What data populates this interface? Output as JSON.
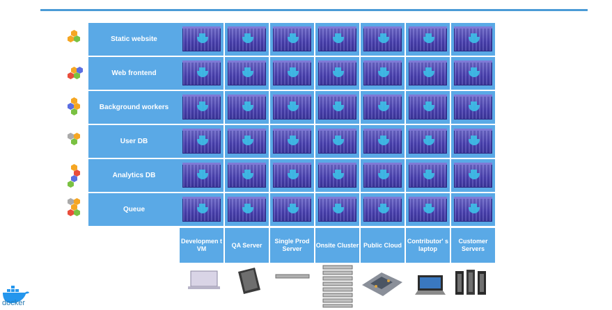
{
  "rows": [
    {
      "label": "Static website"
    },
    {
      "label": "Web frontend"
    },
    {
      "label": "Background workers"
    },
    {
      "label": "User DB"
    },
    {
      "label": "Analytics DB"
    },
    {
      "label": "Queue"
    }
  ],
  "environments": [
    {
      "label": "Developmen t VM"
    },
    {
      "label": "QA Server"
    },
    {
      "label": "Single Prod Server"
    },
    {
      "label": "Onsite Cluster"
    },
    {
      "label": "Public Cloud"
    },
    {
      "label": "Contributor' s laptop"
    },
    {
      "label": "Customer Servers"
    }
  ],
  "logo": {
    "text": "docker"
  },
  "colors": {
    "cell": "#5aa9e6",
    "rule": "#4a9bd6",
    "container": "#4a41b3"
  },
  "icons": [
    "hexagon-cluster-icon",
    "shipping-container-icon",
    "laptop-icon",
    "server-icon",
    "rack-server-icon",
    "cluster-icon",
    "motherboard-icon",
    "docker-whale-icon"
  ]
}
